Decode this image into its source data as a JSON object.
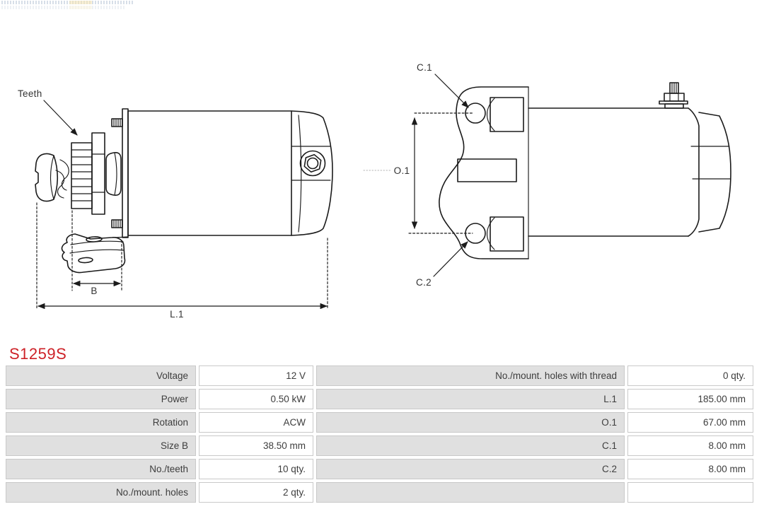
{
  "part_number": "S1259S",
  "colors": {
    "part_number_red": "#cd2127",
    "drawing_line": "#1b1b1b",
    "table_label_bg": "#e0e0e0",
    "table_border": "#c9c9c9",
    "table_text": "#3d3d3d"
  },
  "diagram": {
    "labels": {
      "teeth": "Teeth",
      "dim_b": "B",
      "dim_l1": "L.1",
      "dim_c1": "C.1",
      "dim_o1": "O.1",
      "dim_c2": "C.2"
    }
  },
  "spec_table": {
    "rows": [
      {
        "label": "Voltage",
        "value": "12 V",
        "label2": "No./mount. holes with thread",
        "value2": "0 qty."
      },
      {
        "label": "Power",
        "value": "0.50 kW",
        "label2": "L.1",
        "value2": "185.00 mm"
      },
      {
        "label": "Rotation",
        "value": "ACW",
        "label2": "O.1",
        "value2": "67.00 mm"
      },
      {
        "label": "Size B",
        "value": "38.50 mm",
        "label2": "C.1",
        "value2": "8.00 mm"
      },
      {
        "label": "No./teeth",
        "value": "10 qty.",
        "label2": "C.2",
        "value2": "8.00 mm"
      },
      {
        "label": "No./mount. holes",
        "value": "2 qty.",
        "label2": "",
        "value2": ""
      }
    ]
  }
}
